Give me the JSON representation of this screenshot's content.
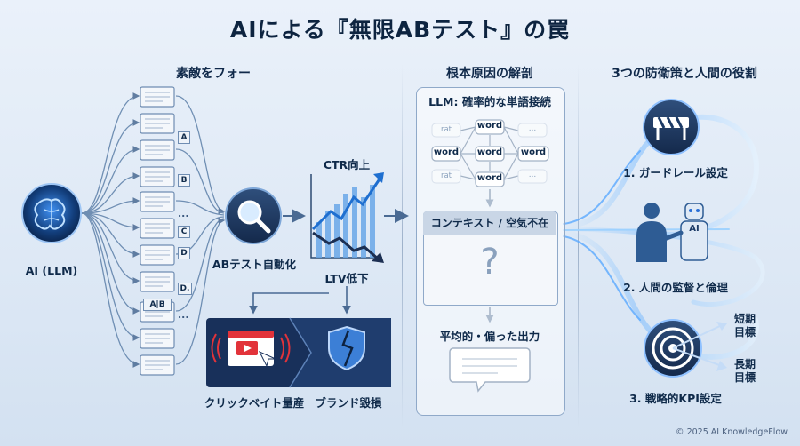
{
  "title": "AIによる『無限ABテスト』の罠",
  "columns": {
    "left": "素敵をフォー",
    "middle": "根本原因の解剖",
    "right": "3つの防衛策と人間の役割"
  },
  "left": {
    "ai_label": "AI (LLM)",
    "variant_letters": [
      "A",
      "B",
      "C",
      "D",
      "D.",
      "A|B"
    ],
    "ellipsis": "...",
    "ab_label": "ABテスト自動化",
    "ctr_label": "CTR向上",
    "ltv_label": "LTV低下",
    "clickbait_label": "クリックベイト量産",
    "brand_label": "ブランド毀損"
  },
  "middle": {
    "panel_title": "LLM: 確率的な単語接続",
    "word_nodes": [
      "rat",
      "word",
      "...",
      "word",
      "word",
      "word",
      "rat",
      "word",
      "..."
    ],
    "context_label": "コンテキスト / 空気不在",
    "question": "?",
    "output_label": "平均的・偏った出力"
  },
  "right": {
    "item1": "1. ガードレール設定",
    "item2": "2. 人間の監督と倫理",
    "item3": "3. 戦略的KPI設定",
    "ai_badge": "AI",
    "short_term": "短期\n目標",
    "long_term": "長期\n目標",
    "short_a": "短期",
    "short_b": "目標",
    "long_a": "長期",
    "long_b": "目標"
  },
  "footer": "© 2025 AI KnowledgeFlow",
  "colors": {
    "accent": "#2a6fd6",
    "dark": "#0f2a4a",
    "red": "#e2333a"
  }
}
